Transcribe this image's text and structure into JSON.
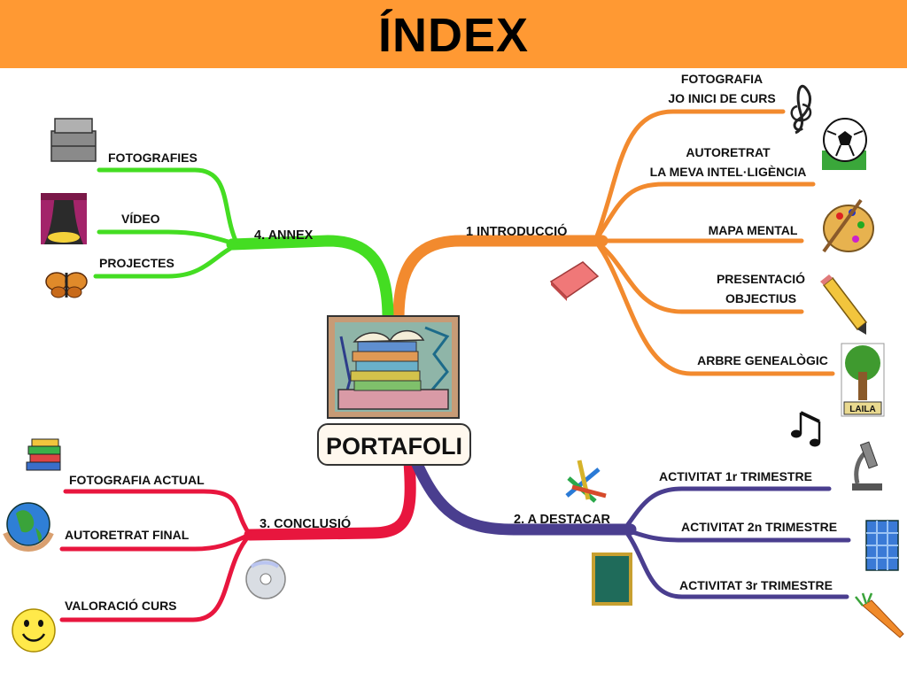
{
  "title": "ÍNDEX",
  "center": {
    "label": "PORTAFOLI"
  },
  "colors": {
    "header": "#FF9933",
    "introduccio": "#F28A2E",
    "annex": "#44DD22",
    "conclusio": "#E8163E",
    "destacar": "#4A3E8F"
  },
  "branches": {
    "introduccio": {
      "label": "1 INTRODUCCIÓ",
      "items": [
        {
          "line1": "FOTOGRAFIA",
          "line2": "JO INICI DE CURS",
          "icon": "treble-clef-icon"
        },
        {
          "line1": "AUTORETRAT",
          "line2": "LA MEVA INTEL·LIGÈNCIA",
          "icon": "soccer-ball-icon"
        },
        {
          "line1": "MAPA MENTAL",
          "icon": "paint-palette-icon"
        },
        {
          "line1": "PRESENTACIÓ",
          "line2": "OBJECTIUS",
          "icon": "pencil-icon"
        },
        {
          "line1": "ARBRE GENEALÒGIC",
          "icon": "family-tree-icon",
          "icon_text": "LAILA"
        }
      ]
    },
    "annex": {
      "label": "4. ANNEX",
      "items": [
        {
          "line1": "FOTOGRAFIES",
          "icon": "briefcase-icon"
        },
        {
          "line1": "VÍDEO",
          "icon": "theater-stage-icon"
        },
        {
          "line1": "PROJECTES",
          "icon": "butterfly-icon"
        }
      ]
    },
    "conclusio": {
      "label": "3. CONCLUSIÓ",
      "items": [
        {
          "line1": "FOTOGRAFIA ACTUAL",
          "icon": "books-stack-icon"
        },
        {
          "line1": "AUTORETRAT FINAL",
          "icon": "globe-hands-icon"
        },
        {
          "line1": "VALORACIÓ CURS",
          "icon": "smiley-face-icon"
        }
      ]
    },
    "destacar": {
      "label": "2. A DESTACAR",
      "items": [
        {
          "line1": "ACTIVITAT 1r TRIMESTRE",
          "icon": "microscope-icon"
        },
        {
          "line1": "ACTIVITAT 2n TRIMESTRE",
          "icon": "building-icon"
        },
        {
          "line1": "ACTIVITAT 3r TRIMESTRE",
          "icon": "carrot-icon"
        }
      ]
    }
  }
}
